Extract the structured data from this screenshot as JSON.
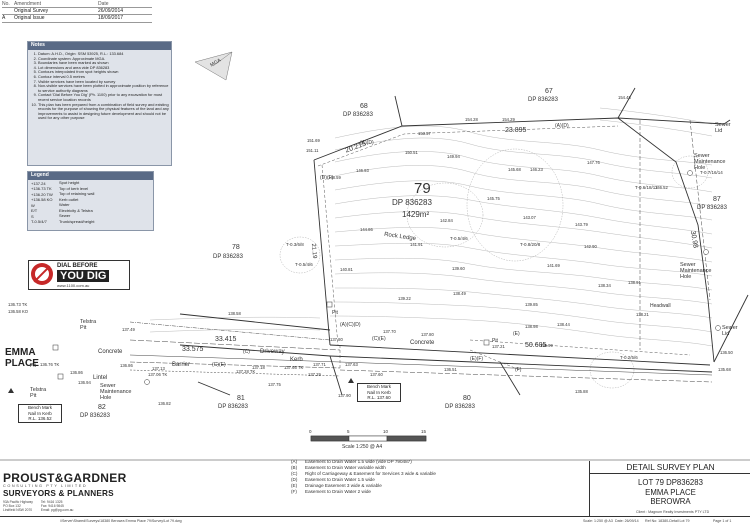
{
  "amendments": {
    "headers": [
      "No.",
      "Amendment",
      "Date"
    ],
    "rows": [
      {
        "no": "",
        "text": "Original Survey",
        "date": "26/09/2014"
      },
      {
        "no": "A",
        "text": "Original Issue",
        "date": "18/09/2017"
      }
    ]
  },
  "notes": {
    "title": "Notes",
    "items": [
      "Datum: A.H.D., Origin: SSM 53925, R.L.: 133.684",
      "Coordinate system: Approximate MGA.",
      "Boundaries have been marked as shown",
      "Lot dimensions and area vide DP 836283",
      "Contours interpolated from spot heights shown",
      "Contour interval 0.5 metres",
      "Visible services have been located by survey",
      "Non-visible services have been plotted in approximate position by reference to service authority diagrams",
      "Contact 'Dial Before You Dig' (Ph. 1100) prior to any excavation for most recent service location records",
      "This plan has been prepared from a combination of field survey and existing records for the purpose of showing the physical features of the land and any improvements to assist in designing future development and should not be used for any other purpose"
    ]
  },
  "legend": {
    "title": "Legend",
    "items": [
      {
        "symbol": "+137.24",
        "label": "Spot height"
      },
      {
        "symbol": "+136.73 TK",
        "label": "Top of kerb level"
      },
      {
        "symbol": "+136.20 TW",
        "label": "Top of retaining wall"
      },
      {
        "symbol": "+136.58 KO",
        "label": "Kerb outlet"
      },
      {
        "symbol": "W",
        "label": "Water"
      },
      {
        "symbol": "E/T",
        "label": "Electricity & Telstra"
      },
      {
        "symbol": "S",
        "label": "Sewer"
      },
      {
        "symbol": "T-0.5/4/7",
        "label": "Trunk/spread/height"
      }
    ]
  },
  "dial_before_you_dig": {
    "line1": "DIAL BEFORE",
    "line2": "YOU DIG",
    "web": "www.1100.com.au"
  },
  "plan_labels": {
    "mga": "MGA",
    "lot79_number": "79",
    "lot79_dp": "DP 836283",
    "lot79_area": "1429m²",
    "lot68": "68",
    "lot68_dp": "DP 836283",
    "lot67": "67",
    "lot67_dp": "DP 836283",
    "lot78": "78",
    "lot78_dp": "DP 836283",
    "lot87": "87",
    "lot87_dp": "DP 836283",
    "lot81": "81",
    "lot81_dp": "DP 836283",
    "lot80": "80",
    "lot80_dp": "DP 836283",
    "lot82": "82",
    "lot82_dp": "DP 836283",
    "street_line1": "EMMA",
    "street_line2": "PLACE",
    "dim_top": "23.895",
    "dim_diag": "20.215",
    "dim_side": "21.19",
    "dim_right": "30.98",
    "dim_bottom": "50.605",
    "dim_street1": "33.415",
    "dim_street2": "33.575",
    "concrete1": "Concrete",
    "concrete2": "Concrete",
    "driveway": "Driveway",
    "barrier": "Barrier",
    "kerb": "Kerb",
    "lintel": "Lintel",
    "rock_ledge": "Rock Ledge",
    "sewer_mh1": "Sewer Maintenance Hole",
    "sewer_mh2": "Sewer Maintenance Hole",
    "sewer_mh3": "Sewer Maintenance Hole",
    "sewer_lid1": "Sewer Lid",
    "sewer_lid2": "Sewer Lid",
    "telstra_pit1": "Telstra Pit",
    "telstra_pit2": "Telstra Pit",
    "pit1": "Pit",
    "pit2": "Pit",
    "pit3": "Pit",
    "headwall": "Headwall",
    "tree1": "T-0.6/18/12",
    "tree2": "T-0.8/20/8",
    "tree3": "T-0.7/16/14",
    "tree4": "T-0.3/6/8",
    "tree5": "T-0.5/4/6",
    "tree6": "T-0.2/5/6",
    "tree7": "T-0.5/4/6",
    "easement_AD": "(A)(D)",
    "easement_AD2": "(A)(D)",
    "easement_ACD": "(A)(C)(D)",
    "easement_C": "(C)",
    "easement_CE": "(C)(E)",
    "easement_CIIE": "(C)(E)",
    "easement_E": "(E)",
    "easement_F": "(F)",
    "easement_DF": "(D)(F)",
    "easement_EF": "(E)(F)",
    "spots": [
      "154.48",
      "154.28",
      "154.29",
      "151.69",
      "151.11",
      "153.57",
      "149.94",
      "150.51",
      "148.59",
      "146.93",
      "147.76",
      "146.23",
      "145.68",
      "146.52",
      "141.91",
      "142.84",
      "143.07",
      "144.86",
      "145.75",
      "143.79",
      "142.90",
      "141.69",
      "138.91",
      "138.58",
      "137.49",
      "139.85",
      "139.60",
      "138.49",
      "139.22",
      "138.98",
      "140.81",
      "138.44",
      "137.80",
      "136.99",
      "138.21",
      "137.21",
      "136.50",
      "136.51",
      "137.80",
      "137.63",
      "137.70",
      "136.86",
      "136.94",
      "137.13",
      "137.18",
      "137.29",
      "136.82",
      "135.68",
      "135.88",
      "137.75",
      "138.34",
      "137.90"
    ],
    "bm_left": {
      "line1": "Bench Mark",
      "line2": "Nail In Kerb",
      "line3": "R.L. 136.52"
    },
    "bm_mid": {
      "line1": "Bench Mark",
      "line2": "Nail In Kerb",
      "line3": "R.L. 137.60"
    },
    "road_levels": [
      "136.73 TK",
      "136.58 KO",
      "136.76 TK",
      "137.28 TK",
      "137.66 TK",
      "137.71",
      "137.06 TK",
      "136.86",
      "137.60"
    ]
  },
  "scale": {
    "ticks": [
      "0",
      "5",
      "10",
      "15"
    ],
    "caption": "Scale 1:250 @ A4"
  },
  "easements": [
    {
      "key": "(A)",
      "text": "Easement to Drain Water 1.5 wide (vide DP 790487)"
    },
    {
      "key": "(B)",
      "text": "Easement to Drain Water variable width"
    },
    {
      "key": "(C)",
      "text": "Right of Carriageway & Easement for Services 3 wide & variable"
    },
    {
      "key": "(D)",
      "text": "Easement to Drain Water 1.5 wide"
    },
    {
      "key": "(E)",
      "text": "Drainage Easement 3 wide & variable"
    },
    {
      "key": "(F)",
      "text": "Easement to Drain Water 2 wide"
    }
  ],
  "company": {
    "name": "PROUST&GARDNER",
    "tagline": "CONSULTING PTY LIMITED",
    "division": "SURVEYORS & PLANNERS",
    "addr1": "93A Pacific Highway",
    "addr2": "PO Box 132",
    "addr3": "Lindfield NSW 2070",
    "tel": "Tel: 9416 1325",
    "fax": "Fax: 9416 9845",
    "email": "Email: pg@pg.com.au"
  },
  "title_block": {
    "title": "DETAIL SURVEY PLAN",
    "lot": "LOT 79 DP836283",
    "street": "EMMA PLACE",
    "suburb": "BEROWRA",
    "scale_info": "Scale: 1:250 @ A3",
    "date_info": "Date: 26/09/14",
    "ref_info": "Ref No: 18380-Detail Lot 79",
    "page_info": "Page 1 of 1"
  },
  "footer": {
    "path": "\\\\Server\\Shared\\Surveys\\18380 Berowra Emma Place 79\\Survey\\Lot 79.dwg",
    "client": "Client : Magnum Realty Investments PTY LTD"
  }
}
